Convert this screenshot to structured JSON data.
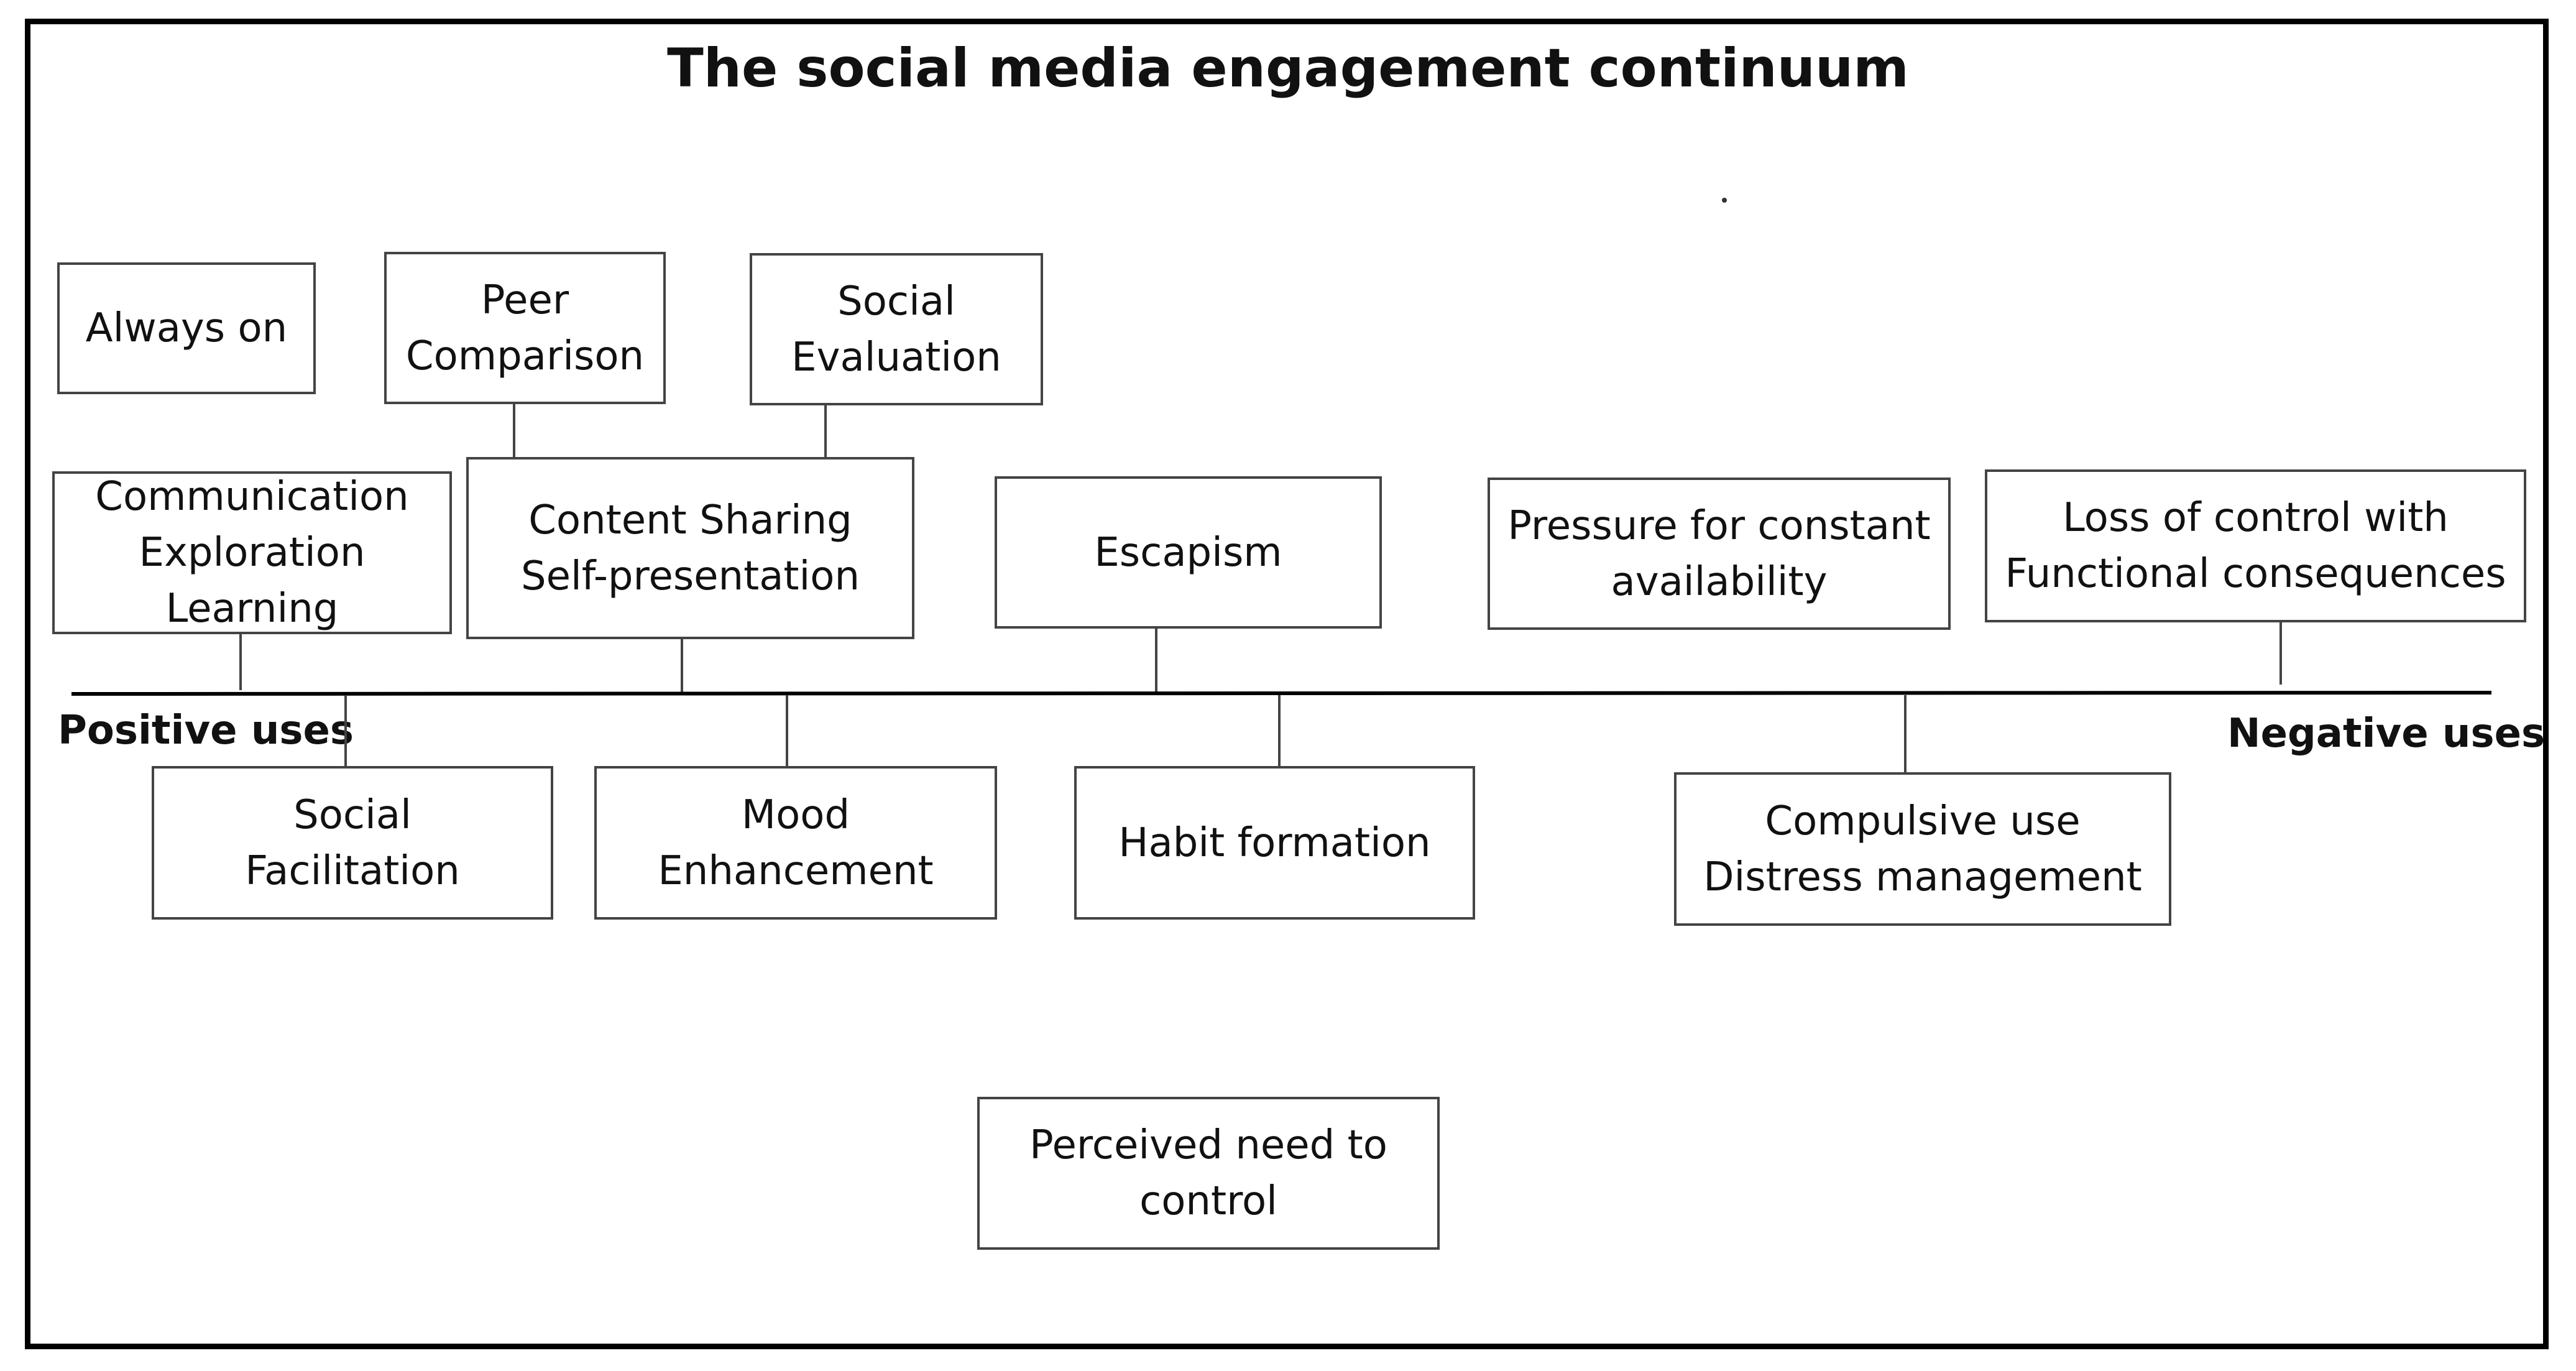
{
  "title": "The social media engagement continuum",
  "axis": {
    "left_label": "Positive uses",
    "right_label": "Negative uses"
  },
  "upper_row": {
    "always_on": [
      "Always on"
    ],
    "peer_comparison": [
      "Peer",
      "Comparison"
    ],
    "social_evaluation": [
      "Social",
      "Evaluation"
    ]
  },
  "middle_row": {
    "communication": [
      "Communication",
      "Exploration",
      "Learning"
    ],
    "content_sharing": [
      "Content Sharing",
      "Self-presentation"
    ],
    "escapism": [
      "Escapism"
    ],
    "pressure": [
      "Pressure for constant",
      "availability"
    ],
    "loss_of_control": [
      "Loss of control with",
      "Functional consequences"
    ]
  },
  "lower_row": {
    "social_facilitation": [
      "Social",
      "Facilitation"
    ],
    "mood_enhancement": [
      "Mood",
      "Enhancement"
    ],
    "habit_formation": [
      "Habit formation"
    ],
    "compulsive_use": [
      "Compulsive use",
      "Distress management"
    ]
  },
  "bottom": {
    "perceived_need": [
      "Perceived need to",
      "control"
    ]
  }
}
